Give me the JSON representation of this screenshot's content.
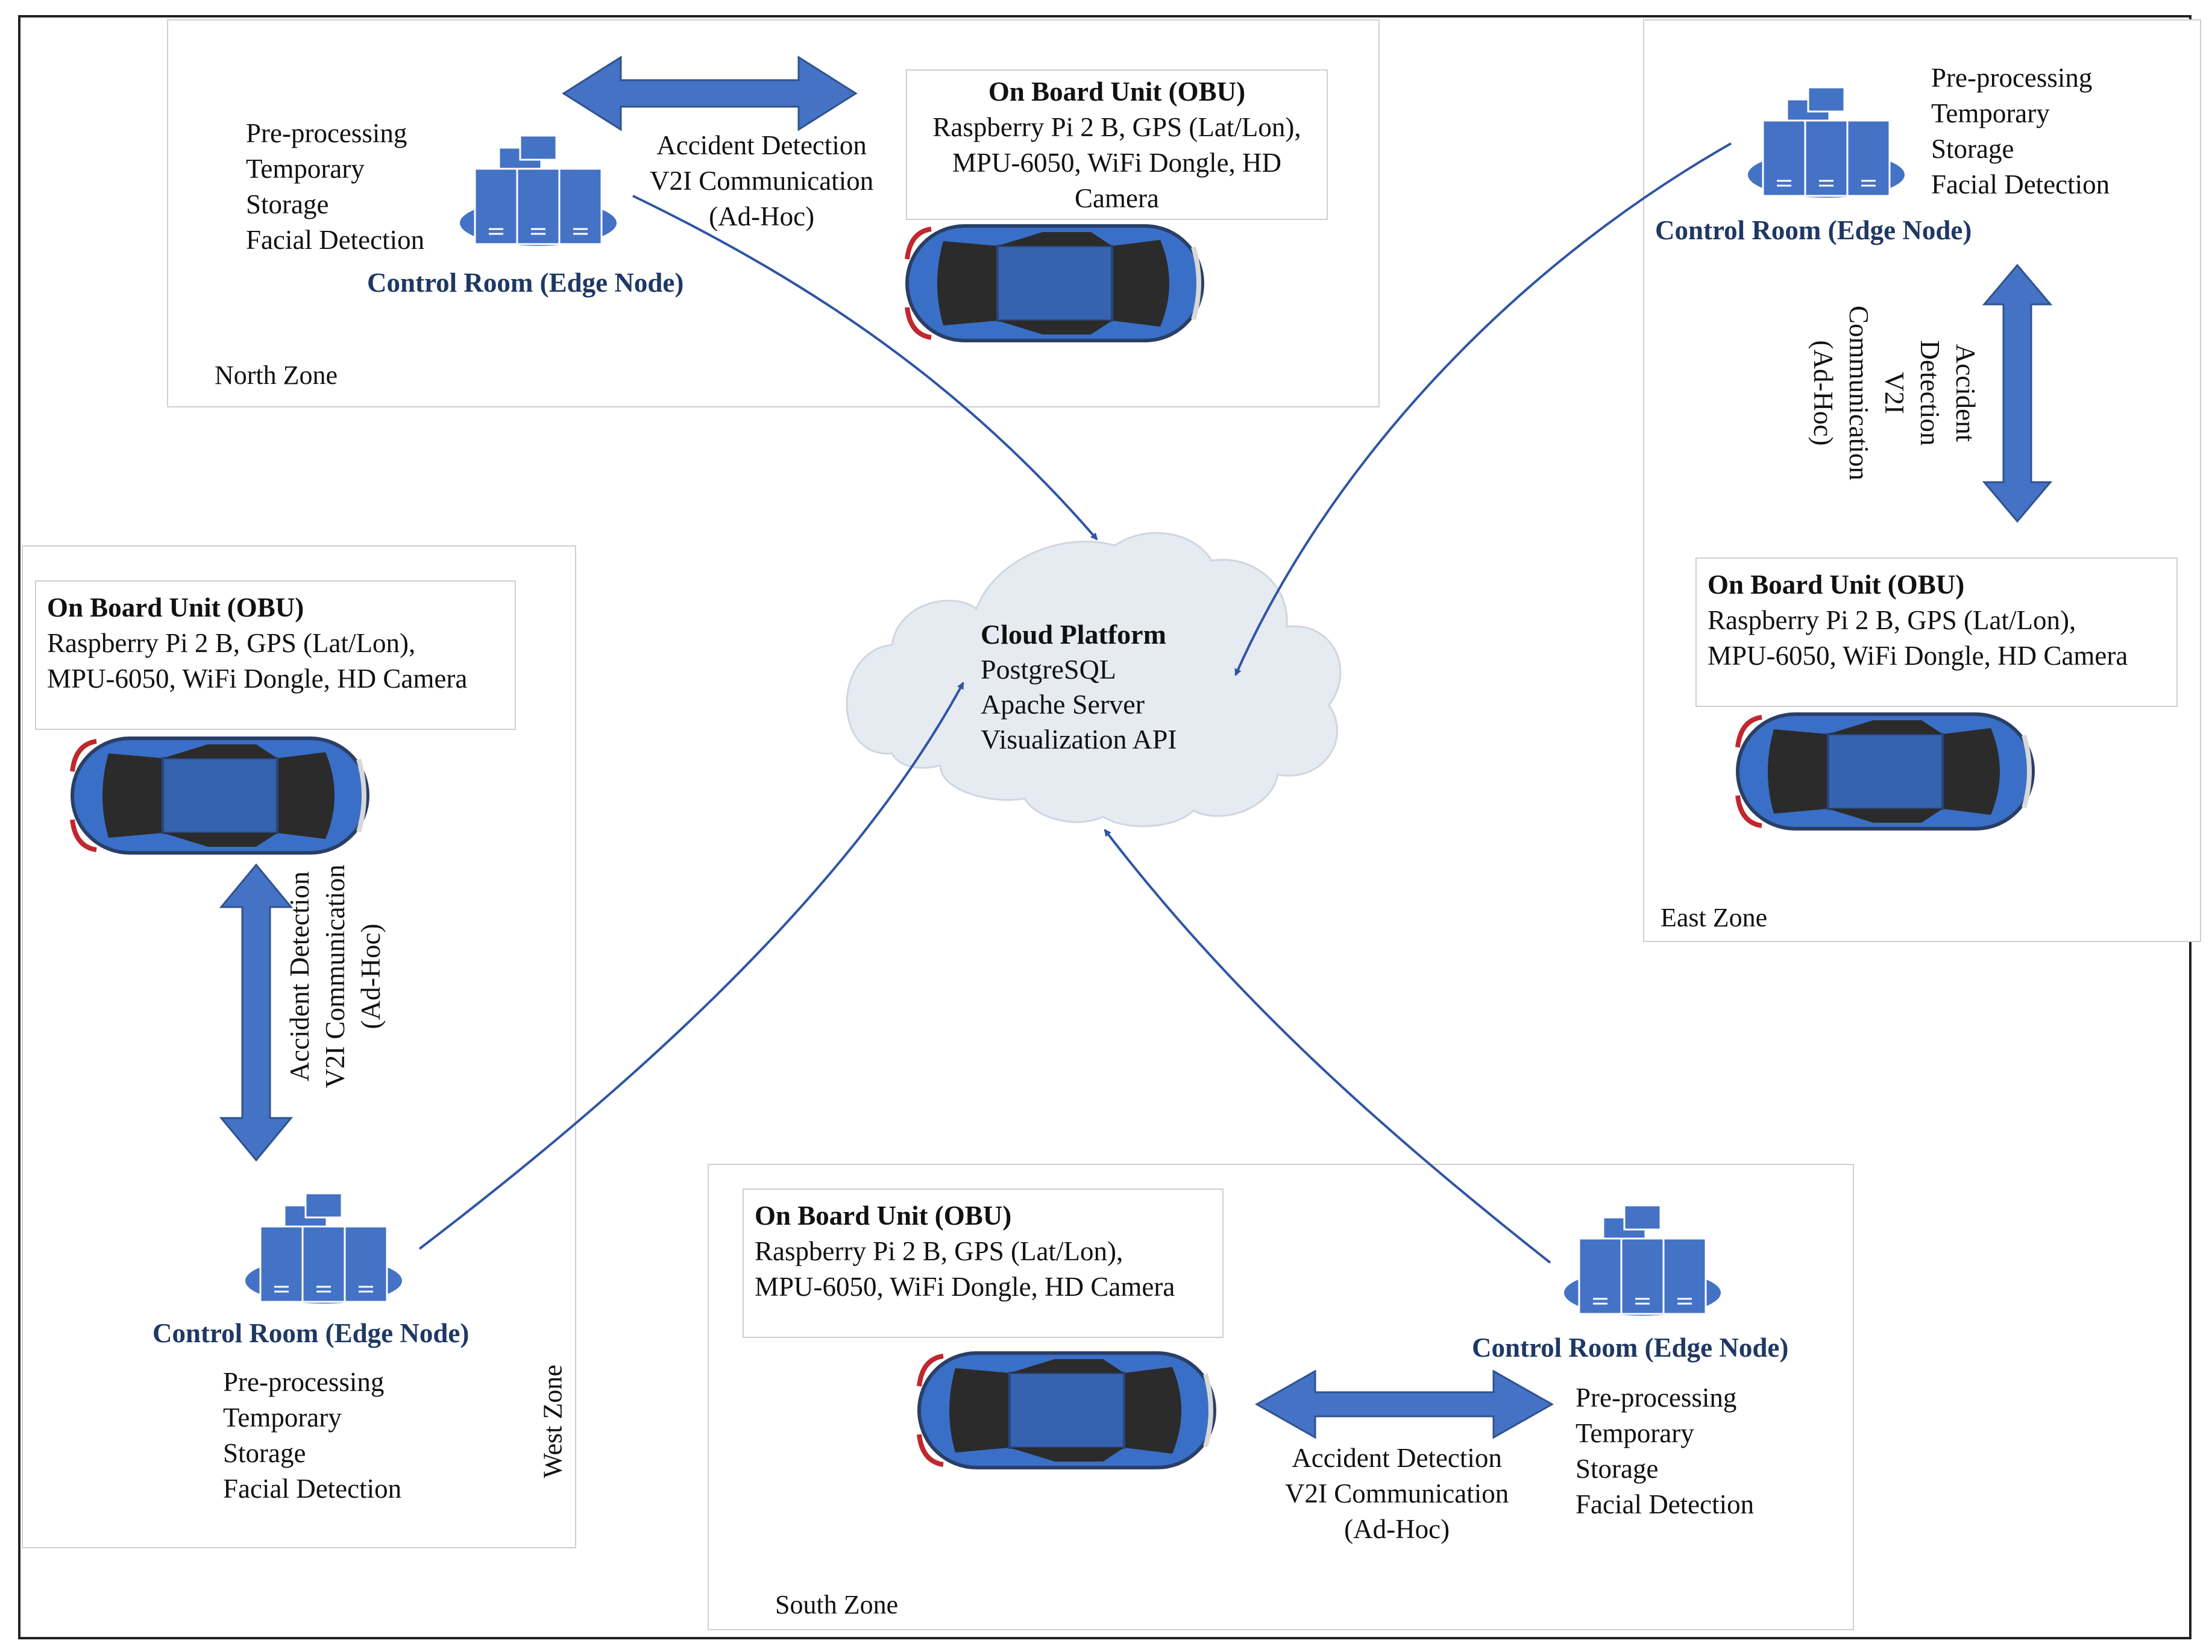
{
  "cloud": {
    "title": "Cloud Platform",
    "lines": [
      "PostgreSQL",
      "Apache Server",
      "Visualization API"
    ]
  },
  "obu": {
    "title": "On Board Unit (OBU)",
    "north_lines": [
      "Raspberry Pi 2 B, GPS (Lat/Lon),",
      "MPU-6050, WiFi Dongle, HD",
      "Camera"
    ],
    "std_lines": [
      "Raspberry Pi 2 B, GPS (Lat/Lon),",
      "MPU-6050, WiFi Dongle, HD Camera"
    ]
  },
  "control_room": {
    "title": "Control Room (Edge Node)",
    "functions": [
      "Pre-processing",
      "Temporary",
      "Storage",
      "Facial Detection"
    ]
  },
  "link": {
    "lines": [
      "Accident Detection",
      "V2I Communication",
      "(Ad-Hoc)"
    ],
    "east_lines": [
      "Accident",
      "Detection",
      "V2I",
      "Communication",
      "(Ad-Hoc)"
    ]
  },
  "zones": {
    "north": "North Zone",
    "east": "East Zone",
    "west": "West Zone",
    "south": "South Zone"
  },
  "colors": {
    "arrow_fill": "#4472c4",
    "arrow_stroke": "#2f528f",
    "line": "#2f55a4",
    "server": "#4472c4",
    "car_body": "#3a6fc8",
    "cloud_fill": "#e6ebf2",
    "title_blue": "#1f3864"
  },
  "icons": [
    "server-stack-icon",
    "car-icon",
    "cloud-icon",
    "double-arrow-icon"
  ]
}
